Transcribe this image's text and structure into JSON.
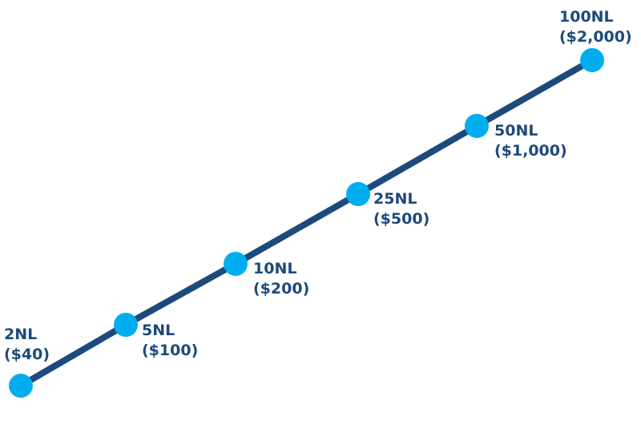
{
  "colors": {
    "line": "#1d4a7c",
    "dot": "#00aeef",
    "text": "#1d4a7c"
  },
  "stakes": [
    {
      "level": "2NL",
      "bankroll": "($40)"
    },
    {
      "level": "5NL",
      "bankroll": "($100)"
    },
    {
      "level": "10NL",
      "bankroll": "($200)"
    },
    {
      "level": "25NL",
      "bankroll": "($500)"
    },
    {
      "level": "50NL",
      "bankroll": "($1,000)"
    },
    {
      "level": "100NL",
      "bankroll": "($2,000)"
    }
  ]
}
